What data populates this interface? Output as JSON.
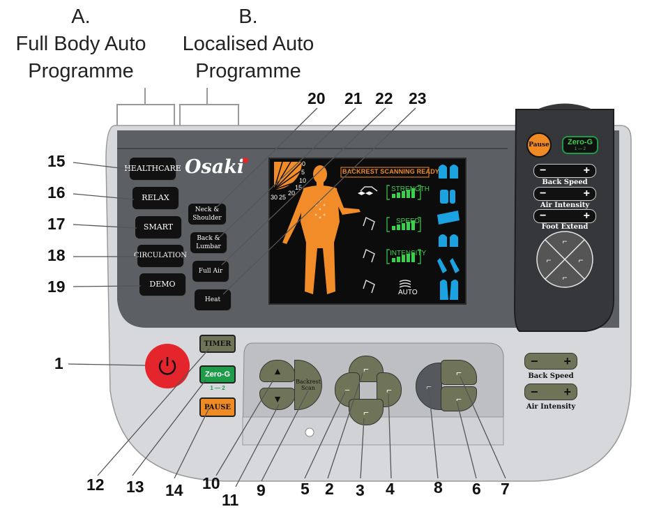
{
  "headings": {
    "a_letter": "A.",
    "a_line1": "Full Body Auto",
    "a_line2": "Programme",
    "b_letter": "B.",
    "b_line1": "Localised Auto",
    "b_line2": "Programme"
  },
  "brand": "Osaki",
  "left_buttons": [
    "HEALTHCARE",
    "RELAX",
    "SMART",
    "CIRCULATION",
    "DEMO"
  ],
  "local_buttons": [
    {
      "line1": "Neck &",
      "line2": "Shoulder"
    },
    {
      "line1": "Back &",
      "line2": "Lumbar"
    },
    {
      "line1": "Full Air",
      "line2": ""
    },
    {
      "line1": "Heat",
      "line2": ""
    }
  ],
  "lcd": {
    "status": "BACKREST SCANNING READY",
    "dial_marks": [
      "0",
      "5",
      "10",
      "15",
      "20",
      "25",
      "30"
    ],
    "labels": [
      "STRENGTH",
      "SPEED",
      "INTENSITY"
    ],
    "auto_label": "AUTO"
  },
  "remote": {
    "pause": "Pause",
    "zerog": "Zero-G",
    "zerog_sub": "1 — 2",
    "minus": "−",
    "plus": "+",
    "captions": [
      "Back Speed",
      "Air Intensity",
      "Foot Extend"
    ]
  },
  "lower_panel": {
    "timer": "TIMER",
    "zerog": "Zero-G",
    "zerog_sub": "1 — 2",
    "pause": "PAUSE",
    "backrest_line1": "Backrest",
    "backrest_line2": "Scan",
    "minus": "−",
    "plus": "+",
    "right_captions": [
      "Back Speed",
      "Air Intensity"
    ]
  },
  "callouts": {
    "top": [
      "20",
      "21",
      "22",
      "23"
    ],
    "left": [
      "15",
      "16",
      "17",
      "18",
      "19"
    ],
    "left_power": "1",
    "bottom": [
      "12",
      "13",
      "14",
      "10",
      "11",
      "9",
      "5",
      "2",
      "3",
      "4",
      "8",
      "6",
      "7"
    ]
  },
  "colors": {
    "lcd_orange": "#f28c28",
    "lcd_green": "#3ccf4e",
    "lcd_blue": "#1aa3e0",
    "power_red": "#e4262c",
    "zerog_green": "#1f9c4a",
    "pause_orange": "#f08a24",
    "olive": "#6f7458"
  }
}
